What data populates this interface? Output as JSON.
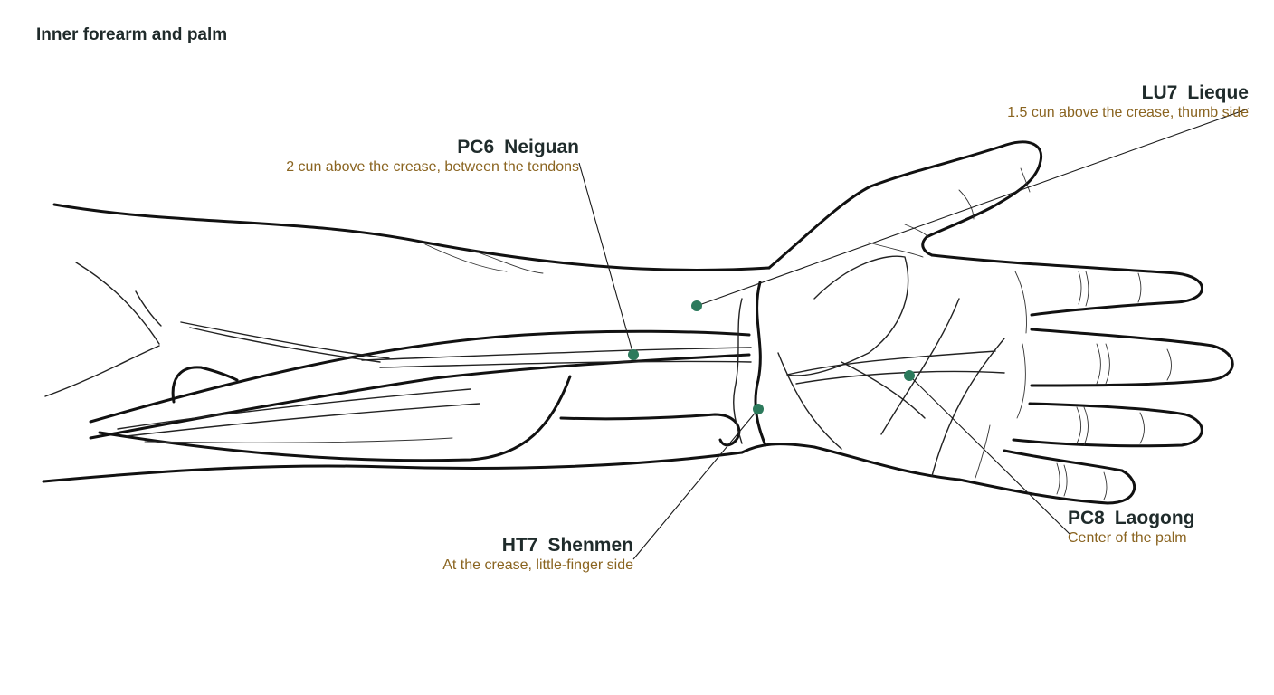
{
  "title": "Inner forearm and palm",
  "colors": {
    "point": "#2c7a5c",
    "label_name": "#1f2b2b",
    "label_desc": "#8a6420",
    "outline": "#111111"
  },
  "points": [
    {
      "code": "LU7",
      "name": "Lieque",
      "description": "1.5 cun above the crease, thumb side"
    },
    {
      "code": "PC6",
      "name": "Neiguan",
      "description": "2 cun above the crease, between the tendons"
    },
    {
      "code": "HT7",
      "name": "Shenmen",
      "description": "At the crease, little-finger side"
    },
    {
      "code": "PC8",
      "name": "Laogong",
      "description": "Center of the palm"
    }
  ]
}
